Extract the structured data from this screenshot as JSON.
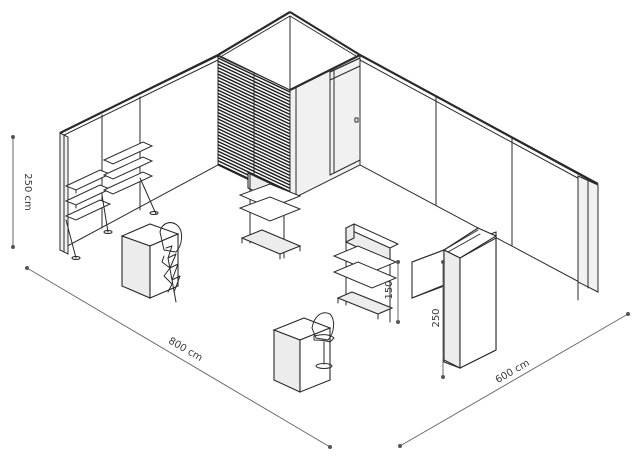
{
  "dimensions": {
    "height_wall": "250 cm",
    "length": "800 cm",
    "depth": "600 cm",
    "display_height": "150",
    "tower_height": "250"
  },
  "colors": {
    "line": "#2a2a2a",
    "slat": "#1c1c1c",
    "dim": "#6a6a6a",
    "background": "#ffffff"
  }
}
